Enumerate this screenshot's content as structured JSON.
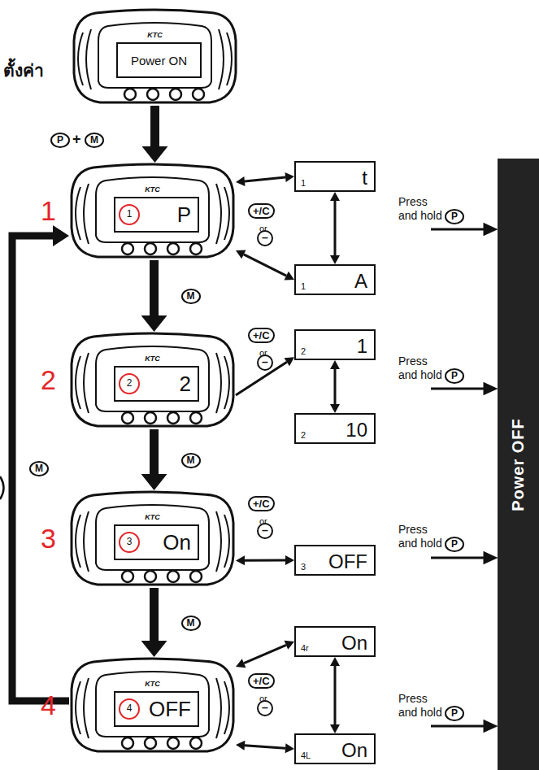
{
  "diagram": {
    "nodes": [
      {
        "text": [
          "KTC",
          "Power ON"
        ]
      },
      {
        "text": [
          "KTC",
          "1",
          "P"
        ]
      },
      {
        "text": [
          "1",
          "t"
        ]
      },
      {
        "text": [
          "1",
          "A"
        ]
      },
      {
        "text": [
          "KTC",
          "2",
          "2"
        ]
      },
      {
        "text": [
          "2",
          "1"
        ]
      },
      {
        "text": [
          "2",
          "10"
        ]
      },
      {
        "text": [
          "KTC",
          "3",
          "On"
        ]
      },
      {
        "text": [
          "3",
          "OFF"
        ]
      },
      {
        "text": [
          "KTC",
          "4",
          "OFF"
        ]
      },
      {
        "text": [
          "4r",
          "On"
        ]
      },
      {
        "text": [
          "4L",
          "On"
        ]
      },
      {
        "text": [
          "Power OFF"
        ]
      }
    ],
    "edges": [
      {
        "from": 0,
        "to": 1,
        "arrow": "to"
      },
      {
        "from": 1,
        "to": 2,
        "arrow": "both"
      },
      {
        "from": 1,
        "to": 3,
        "arrow": "both"
      },
      {
        "from": 2,
        "to": 3,
        "arrow": "both"
      },
      {
        "from": 1,
        "to": 4,
        "arrow": "to",
        "label": "M"
      },
      {
        "from": 4,
        "to": 5,
        "arrow": "to"
      },
      {
        "from": 5,
        "to": 6,
        "arrow": "both"
      },
      {
        "from": 4,
        "to": 7,
        "arrow": "to",
        "label": "M"
      },
      {
        "from": 7,
        "to": 8,
        "arrow": "both"
      },
      {
        "from": 7,
        "to": 9,
        "arrow": "to",
        "label": "M"
      },
      {
        "from": 9,
        "to": 10,
        "arrow": "both"
      },
      {
        "from": 9,
        "to": 11,
        "arrow": "both"
      },
      {
        "from": 10,
        "to": 11,
        "arrow": "both"
      },
      {
        "from": 9,
        "to": 1,
        "arrow": "to",
        "label": "M"
      }
    ],
    "labels": [
      "ตั้งค่า",
      "P",
      "+",
      "M",
      "1",
      "2",
      "3",
      "4",
      "+/C",
      "or",
      "–",
      "Press and hold",
      "P",
      "+/C",
      "or",
      "–",
      "Press and hold",
      "P",
      "+/C",
      "or",
      "–",
      "Press and hold",
      "P",
      "+/C",
      "or",
      "–",
      "Press and hold",
      "P"
    ]
  }
}
